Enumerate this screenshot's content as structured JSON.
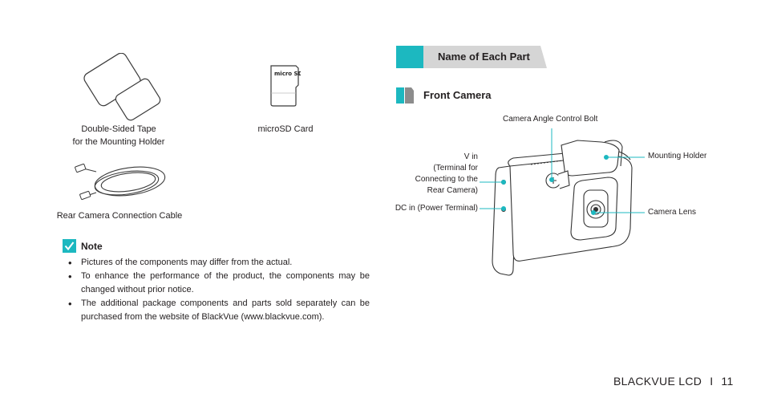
{
  "left": {
    "tape_caption_1": "Double-Sided Tape",
    "tape_caption_2": "for the Mounting Holder",
    "sd_caption": "microSD Card",
    "sd_card_logo": "micro SD",
    "cable_caption": "Rear Camera Connection Cable"
  },
  "note": {
    "title": "Note",
    "items": [
      "Pictures of the components may differ from the actual.",
      "To enhance the performance of the product, the components may be changed without prior notice.",
      "The additional package components and parts sold separately can be purchased from the website of BlackVue  (www.blackvue.com)."
    ]
  },
  "section": {
    "heading": "Name of Each Part",
    "subheading": "Front Camera"
  },
  "labels": {
    "angle_bolt": "Camera Angle Control Bolt",
    "mounting_holder": "Mounting Holder",
    "camera_lens": "Camera Lens",
    "v_in_1": "V in",
    "v_in_2": "(Terminal for",
    "v_in_3": "Connecting to the",
    "v_in_4": "Rear Camera)",
    "dc_in": "DC in (Power Terminal)"
  },
  "footer": {
    "product": "BLACKVUE LCD",
    "separator": "I",
    "page": "11"
  },
  "colors": {
    "accent": "#1cb8c0",
    "bar_gray": "#d5d5d5"
  }
}
